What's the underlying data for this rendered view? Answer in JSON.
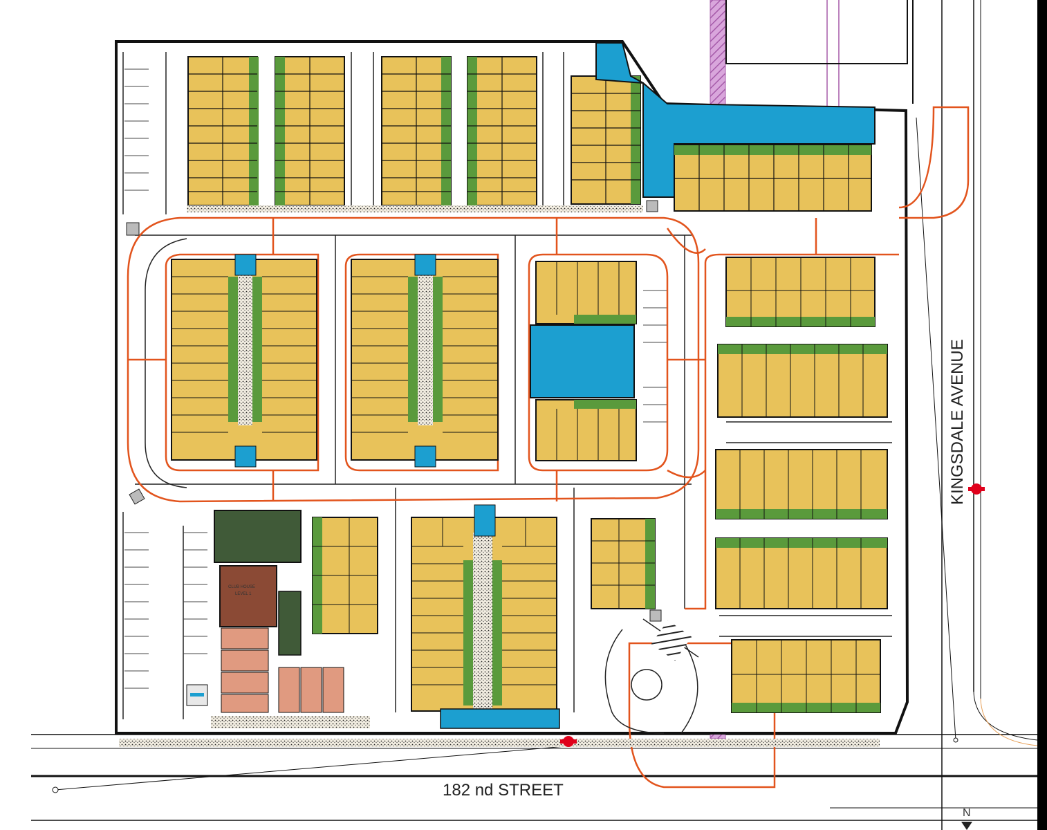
{
  "map": {
    "street_label": "182 nd STREET",
    "avenue_label": "KINGSDALE AVENUE",
    "north_marker": "N",
    "amenity_label": "CLUB HOUSE",
    "amenity_sublabel": "LEVEL 1"
  },
  "colors": {
    "unit_fill": "#e8c25a",
    "green_space": "#5a9a3c",
    "water": "#1c9fd0",
    "amenity_dark": "#405a38",
    "clubhouse": "#8b4a35",
    "commercial": "#e09a80",
    "fire_lane": "#e2541d",
    "utility_easement": "#c98fcc",
    "outline": "#111111",
    "hydrant": "#e0001b"
  },
  "legend_icons": [
    "fire-hydrant-icon",
    "north-arrow-icon",
    "pedestrian-crossing-icon"
  ]
}
